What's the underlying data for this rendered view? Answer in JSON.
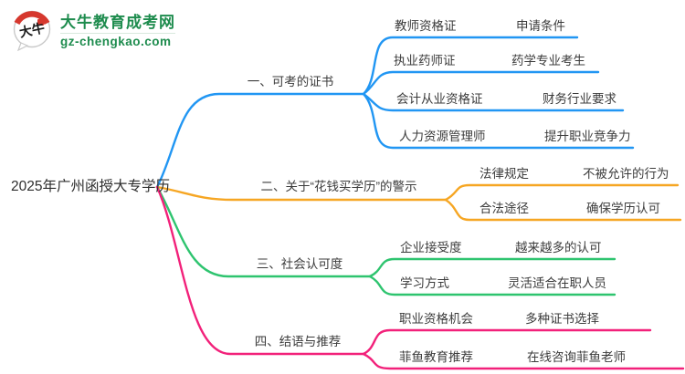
{
  "logo": {
    "icon_text": "大牛",
    "title": "大牛教育成考网",
    "domain": "gz-chengkao.com",
    "brand_green": "#1E8C4E",
    "brand_red": "#D6382E"
  },
  "central": {
    "title": "2025年广州函授大专学历"
  },
  "branches": [
    {
      "label": "一、可考的证书",
      "color": "#2196F3",
      "children": [
        {
          "left": "教师资格证",
          "right": "申请条件"
        },
        {
          "left": "执业药师证",
          "right": "药学专业考生"
        },
        {
          "left": "会计从业资格证",
          "right": "财务行业要求"
        },
        {
          "left": "人力资源管理师",
          "right": "提升职业竞争力"
        }
      ]
    },
    {
      "label": "二、关于“花钱买学历”的警示",
      "color": "#F6A623",
      "children": [
        {
          "left": "法律规定",
          "right": "不被允许的行为"
        },
        {
          "left": "合法途径",
          "right": "确保学历认可"
        }
      ]
    },
    {
      "label": "三、社会认可度",
      "color": "#2EC46F",
      "children": [
        {
          "left": "企业接受度",
          "right": "越来越多的认可"
        },
        {
          "left": "学习方式",
          "right": "灵活适合在职人员"
        }
      ]
    },
    {
      "label": "四、结语与推荐",
      "color": "#F2217A",
      "children": [
        {
          "left": "职业资格机会",
          "right": "多种证书选择"
        },
        {
          "left": "菲鱼教育推荐",
          "right": "在线咨询菲鱼老师"
        }
      ]
    }
  ]
}
